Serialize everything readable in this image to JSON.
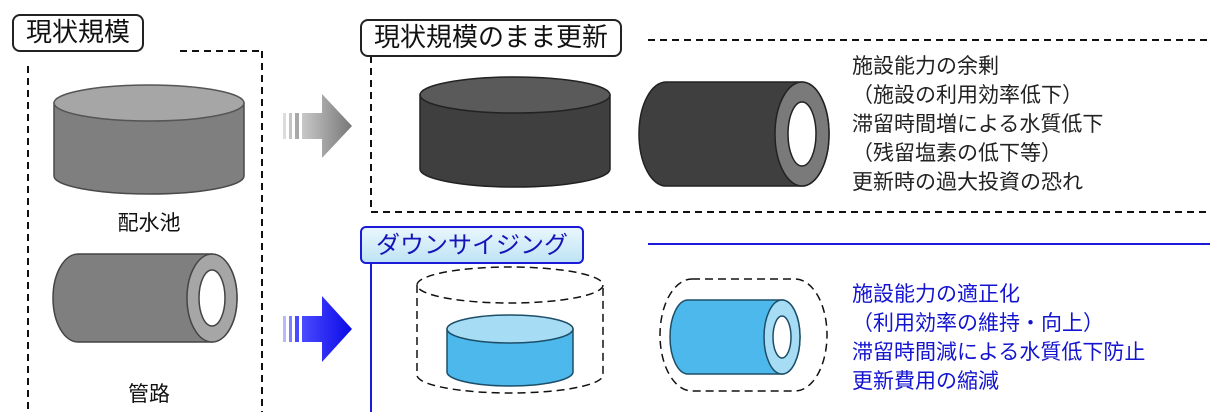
{
  "left_panel": {
    "title": "現状規模",
    "reservoir_label": "配水池",
    "pipe_label": "管路"
  },
  "current_scale": {
    "title": "現状規模のまま更新",
    "notes": [
      "施設能力の余剰",
      "（施設の利用効率低下）",
      "滞留時間増による水質低下",
      "（残留塩素の低下等）",
      "更新時の過大投資の恐れ"
    ]
  },
  "downsizing": {
    "title": "ダウンサイジング",
    "notes": [
      "施設能力の適正化",
      "（利用効率の維持・向上）",
      "滞留時間減による水質低下防止",
      "更新費用の縮減"
    ]
  },
  "colors": {
    "current_gray": "#7f7f7f",
    "renewal_dark": "#3f3f3f",
    "downsize_blue": "#4db8ec",
    "accent_blue": "#1a1ad8"
  }
}
